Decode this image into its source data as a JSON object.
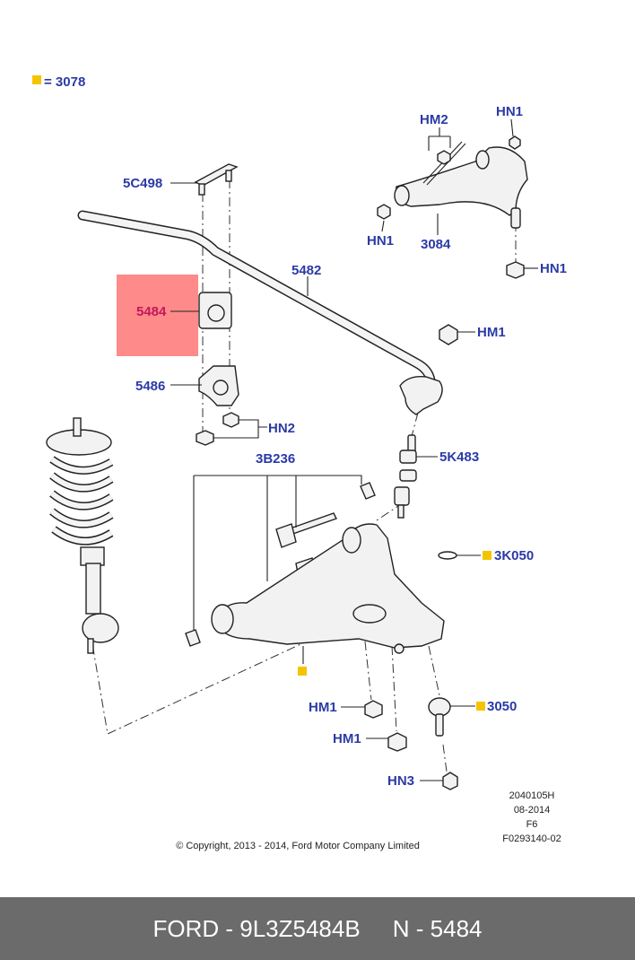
{
  "legend": {
    "marker_color": "#f5c400",
    "text": "= 3078"
  },
  "highlight": {
    "color": "#ff8a8a",
    "label_color": "#c2185b"
  },
  "label_color": "#2b3aa6",
  "labels": {
    "l_5c498": "5C498",
    "l_5484": "5484",
    "l_5486": "5486",
    "l_5482": "5482",
    "l_hm2": "HM2",
    "l_hn1_top": "HN1",
    "l_hn1_left": "HN1",
    "l_3084": "3084",
    "l_hn1_right": "HN1",
    "l_hm1_link": "HM1",
    "l_hn2": "HN2",
    "l_3b236": "3B236",
    "l_5k483": "5K483",
    "l_3k050": "3K050",
    "l_3050": "3050",
    "l_hm1_a": "HM1",
    "l_hm1_b": "HM1",
    "l_hn3": "HN3"
  },
  "meta": {
    "code": "2040105H",
    "date": "08-2014",
    "sheet": "F6",
    "ref": "F0293140-02",
    "copyright": "© Copyright, 2013 - 2014, Ford Motor Company Limited"
  },
  "footer": {
    "text": "FORD - 9L3Z5484B     N - 5484"
  }
}
